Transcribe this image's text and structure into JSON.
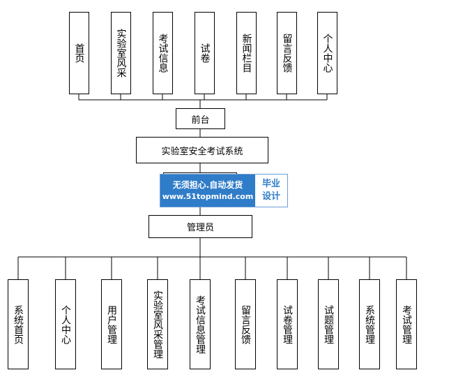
{
  "diagram": {
    "front_modules": [
      "首页",
      "实验室风采",
      "考试信息",
      "试卷",
      "新闻栏目",
      "留言反馈",
      "个人中心"
    ],
    "front_node": "前台",
    "system_node": "实验室安全考试系统",
    "admin_node": "管理员",
    "admin_modules": [
      "系统首页",
      "个人中心",
      "用户管理",
      "实验室风采管理",
      "考试信息管理",
      "留言反馈",
      "试卷管理",
      "试题管理",
      "系统管理",
      "考试管理"
    ],
    "line_color": "#000000"
  },
  "watermark": {
    "slogan": "无须担心.自动发货",
    "url": "www.51topmind.com",
    "side_line1": "毕业",
    "side_line2": "设计",
    "color": "#2f7cc9"
  }
}
